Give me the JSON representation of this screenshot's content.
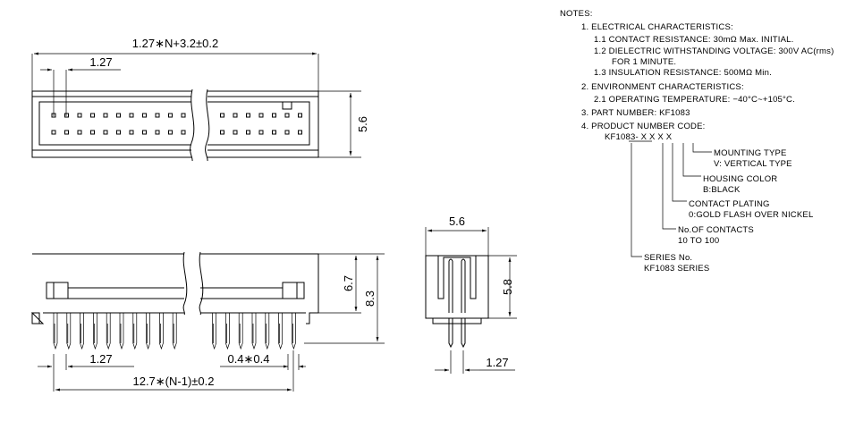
{
  "top_view": {
    "dim_total": "1.27∗N+3.2±0.2",
    "dim_pitch": "1.27",
    "dim_height": "5.6"
  },
  "front_view": {
    "dim_pitch": "1.27",
    "dim_pin": "0.4∗·0.4",
    "dim_span": "12.7∗(N-1)±0.2",
    "dim_body": "6.7",
    "dim_total": "8.3"
  },
  "side_view": {
    "dim_width": "5.6",
    "dim_height": "5.8",
    "dim_pitch": "1.27"
  },
  "notes": {
    "heading": "NOTES:",
    "item1": "1.  ELECTRICAL  CHARACTERISTICS:",
    "item1_1": "1.1  CONTACT  RESISTANCE:  30mΩ  Max.  INITIAL.",
    "item1_2": "1.2  DIELECTRIC  WITHSTANDING  VOLTAGE:  300V  AC(rms)",
    "item1_2b": "FOR  1  MINUTE.",
    "item1_3": "1.3  INSULATION  RESISTANCE:  500MΩ  Min.",
    "item2": "2.  ENVIRONMENT  CHARACTERISTICS:",
    "item2_1": "2.1  OPERATING  TEMPERATURE:  −40°C~+105°C.",
    "item3": "3.  PART  NUMBER:  KF1083",
    "item4": "4.  PRODUCT  NUMBER  CODE:",
    "code": "KF1083-  X  X  X  X",
    "mounting_title": "MOUNTING  TYPE",
    "mounting_value": "V:  VERTICAL  TYPE",
    "housing_title": "HOUSING  COLOR",
    "housing_value": "B:BLACK",
    "plating_title": "CONTACT  PLATING",
    "plating_value": "0:GOLD  FLASH  OVER  NICKEL",
    "contacts_title": "No.OF  CONTACTS",
    "contacts_value": "10  TO  100",
    "series_title": "SERIES  No.",
    "series_value": "KF1083  SERIES"
  }
}
